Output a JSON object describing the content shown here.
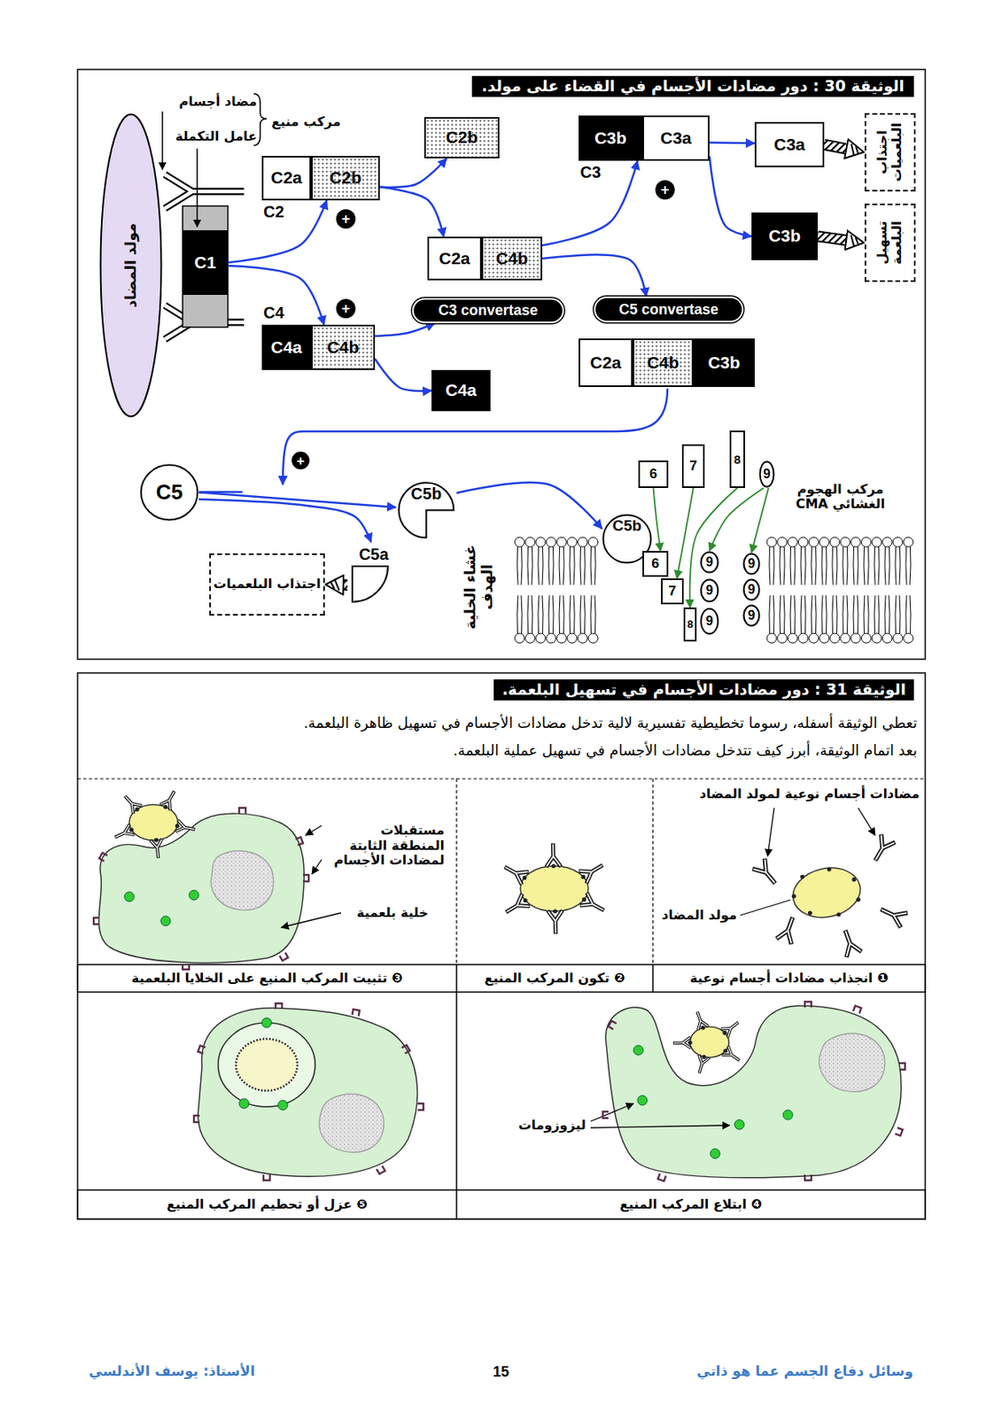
{
  "diagram": {
    "nodes": [
      {
        "text": [
          "الوثيقة 30 : دور مضادات الأجسام في القضاء على مولد."
        ]
      },
      {
        "text": [
          "مولد المضاد"
        ]
      },
      {
        "text": [
          "C1"
        ]
      },
      {
        "text": [
          "C2"
        ]
      },
      {
        "text": [
          "C2a"
        ],
        "in": 3
      },
      {
        "text": [
          "C2b"
        ],
        "in": 3
      },
      {
        "text": [
          "C4"
        ]
      },
      {
        "text": [
          "C4a"
        ],
        "in": 6
      },
      {
        "text": [
          "C4b"
        ],
        "in": 6
      },
      {
        "text": [
          "C2b"
        ]
      },
      {
        "text": [
          "C2a"
        ]
      },
      {
        "text": [
          "C4b"
        ]
      },
      {
        "text": [
          "C3 convertase"
        ]
      },
      {
        "text": [
          "C4a"
        ]
      },
      {
        "text": [
          "C3"
        ]
      },
      {
        "text": [
          "C3b"
        ],
        "in": 14
      },
      {
        "text": [
          "C3a"
        ],
        "in": 14
      },
      {
        "text": [
          "C5 convertase"
        ]
      },
      {
        "text": [
          "C3a"
        ]
      },
      {
        "text": [
          "C3b"
        ]
      },
      {
        "text": [
          "اجتذاب البلعميات"
        ]
      },
      {
        "text": [
          "تسهيل البلعمة"
        ]
      },
      {
        "text": [
          "C2a"
        ]
      },
      {
        "text": [
          "C4b"
        ]
      },
      {
        "text": [
          "C3b"
        ]
      },
      {
        "text": [
          "C5"
        ]
      },
      {
        "text": [
          "C5b"
        ]
      },
      {
        "text": [
          "C5a"
        ]
      },
      {
        "text": [
          "اجتذاب البلعميات"
        ]
      },
      {
        "text": [
          "6"
        ]
      },
      {
        "text": [
          "7"
        ]
      },
      {
        "text": [
          "8"
        ]
      },
      {
        "text": [
          "9"
        ]
      },
      {
        "text": [
          "C5b"
        ]
      },
      {
        "text": [
          "6"
        ]
      },
      {
        "text": [
          "7"
        ]
      },
      {
        "text": [
          "8"
        ]
      },
      {
        "text": [
          "9"
        ]
      },
      {
        "text": [
          "9"
        ]
      },
      {
        "text": [
          "9"
        ]
      },
      {
        "text": [
          "9"
        ]
      },
      {
        "text": [
          "9"
        ]
      },
      {
        "text": [
          "9"
        ]
      },
      {
        "text": [
          "الوثيقة 31 : دور مضادات الأجسام في تسهيل البلعمة."
        ]
      }
    ],
    "edges": [
      {
        "from": 2,
        "to": 3,
        "arrow": "to"
      },
      {
        "from": 2,
        "to": 6,
        "arrow": "to"
      },
      {
        "from": 3,
        "to": 9,
        "arrow": "to"
      },
      {
        "from": 3,
        "to": 10,
        "arrow": "to"
      },
      {
        "from": 6,
        "to": 12,
        "arrow": "to"
      },
      {
        "from": 6,
        "to": 13,
        "arrow": "to"
      },
      {
        "from": 11,
        "to": 14,
        "arrow": "to"
      },
      {
        "from": 11,
        "to": 17,
        "arrow": "to"
      },
      {
        "from": 14,
        "to": 18,
        "arrow": "to"
      },
      {
        "from": 14,
        "to": 19,
        "arrow": "to"
      },
      {
        "from": 18,
        "to": 20,
        "arrow": "to"
      },
      {
        "from": 19,
        "to": 21,
        "arrow": "to"
      },
      {
        "from": 25,
        "to": 26,
        "arrow": "to"
      },
      {
        "from": 25,
        "to": 27,
        "arrow": "to"
      },
      {
        "from": 26,
        "to": 33,
        "arrow": "to"
      },
      {
        "from": 27,
        "to": 28,
        "arrow": "to"
      },
      {
        "from": 29,
        "to": 34,
        "arrow": "to"
      },
      {
        "from": 30,
        "to": 35,
        "arrow": "to"
      },
      {
        "from": 31,
        "to": 36,
        "arrow": "to"
      },
      {
        "from": 32,
        "to": 37,
        "arrow": "to"
      },
      {
        "from": 32,
        "to": 40,
        "arrow": "to"
      }
    ],
    "labels": [
      "مضاد أجسام",
      "عامل التكملة",
      "مركب منيع",
      "+",
      "+",
      "+",
      "+",
      "غشاء الخلية الهدف",
      "مركب الهجوم الغشائي CMA",
      "تعطي الوثيقة أسفله، رسوما تخطيطية تفسيرية لالية تدخل مضادات الأجسام في تسهيل ظاهرة البلعمة.",
      "بعد اتمام الوثيقة، أبرز كيف تتدخل مضادات الأجسام في تسهيل عملية البلعمة.",
      "مضادات أجسام نوعية لمولد المضاد",
      "مولد المضاد",
      "مستقبلات المنطقة الثابتة لمضادات الأجسام",
      "خلية بلعمية",
      "❶ انجذاب مضادات أجسام نوعية",
      "❷ تكون المركب المنيع",
      "❸ تثبيت المركب المنيع على الخلايا البلعمية",
      "ليزوزومات",
      "❹ ابتلاع المركب المنيع",
      "❺ عزل أو تحطيم المركب المنيع",
      "وسائل دفاع الجسم عما هو ذاتي",
      "15",
      "الأستاذ: يوسف الأندلسي"
    ]
  }
}
